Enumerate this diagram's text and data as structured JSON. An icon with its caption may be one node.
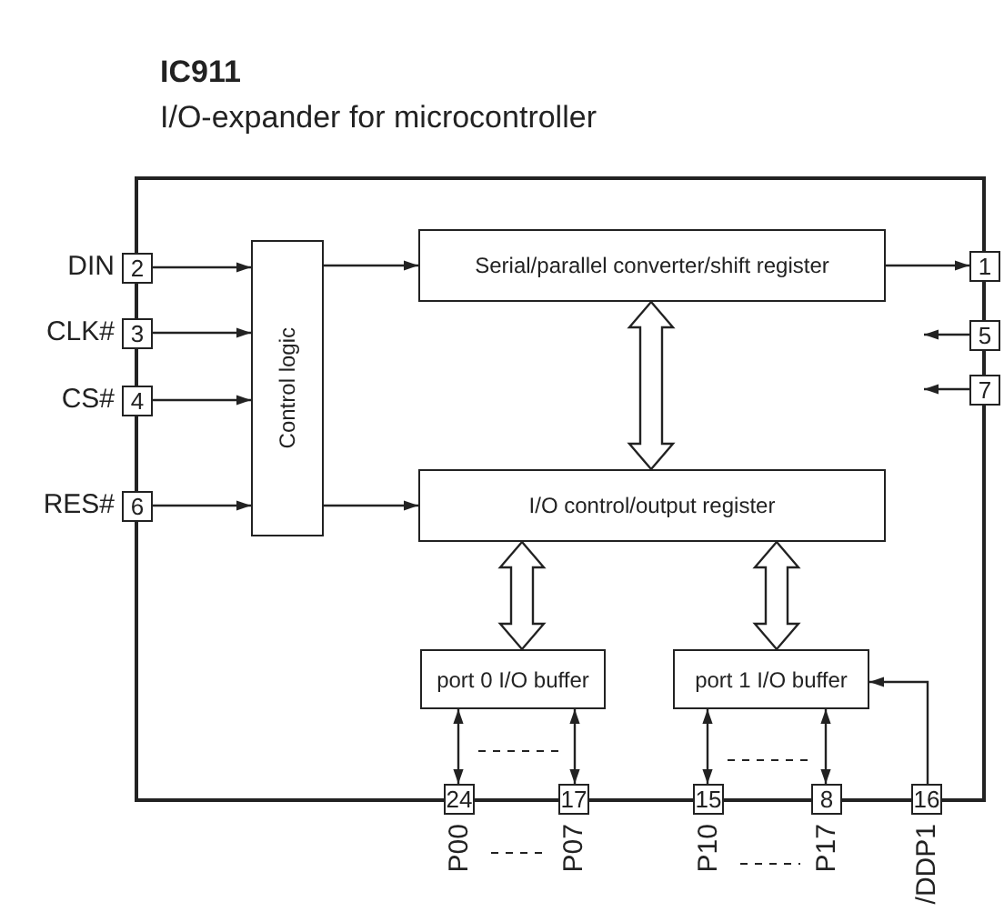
{
  "diagram": {
    "title": "IC911",
    "caption": "I/O-expander for microcontroller",
    "nodes": [
      {
        "text": [
          "Control logic"
        ]
      },
      {
        "text": [
          "Serial/parallel converter/shift register"
        ]
      },
      {
        "text": [
          "I/O control/output register"
        ]
      },
      {
        "text": [
          "port 0 I/O buffer"
        ]
      },
      {
        "text": [
          "port 1 I/O buffer"
        ]
      },
      {
        "text": [
          "2"
        ],
        "beside": [
          "DIN"
        ]
      },
      {
        "text": [
          "3"
        ],
        "beside": [
          "CLK#"
        ]
      },
      {
        "text": [
          "4"
        ],
        "beside": [
          "CS#"
        ]
      },
      {
        "text": [
          "6"
        ],
        "beside": [
          "RES#"
        ]
      },
      {
        "text": [
          "1"
        ]
      },
      {
        "text": [
          "5"
        ]
      },
      {
        "text": [
          "7"
        ]
      },
      {
        "text": [
          "24"
        ],
        "beside": [
          "P00"
        ]
      },
      {
        "text": [
          "17"
        ],
        "beside": [
          "P07"
        ]
      },
      {
        "text": [
          "15"
        ],
        "beside": [
          "P10"
        ]
      },
      {
        "text": [
          "8"
        ],
        "beside": [
          "P17"
        ]
      },
      {
        "text": [
          "16"
        ],
        "beside": [
          "/DDP1"
        ]
      }
    ],
    "edges": [
      {
        "from": 5,
        "to": 0,
        "arrow": "to"
      },
      {
        "from": 6,
        "to": 0,
        "arrow": "to"
      },
      {
        "from": 7,
        "to": 0,
        "arrow": "to"
      },
      {
        "from": 8,
        "to": 0,
        "arrow": "to"
      },
      {
        "from": 0,
        "to": 1,
        "arrow": "to"
      },
      {
        "from": 0,
        "to": 2,
        "arrow": "to"
      },
      {
        "from": 1,
        "to": 9,
        "arrow": "to"
      },
      {
        "from": 10,
        "to": null,
        "arrow": "to"
      },
      {
        "from": 11,
        "to": null,
        "arrow": "to"
      },
      {
        "from": 1,
        "to": 2,
        "arrow": "both",
        "style": "thick"
      },
      {
        "from": 2,
        "to": 3,
        "arrow": "both",
        "style": "thick"
      },
      {
        "from": 2,
        "to": 4,
        "arrow": "both",
        "style": "thick"
      },
      {
        "from": 3,
        "to": 12,
        "arrow": "both"
      },
      {
        "from": 3,
        "to": 13,
        "arrow": "both"
      },
      {
        "from": 4,
        "to": 14,
        "arrow": "both"
      },
      {
        "from": 4,
        "to": 15,
        "arrow": "both"
      },
      {
        "from": 16,
        "to": 4,
        "arrow": "to"
      }
    ]
  }
}
